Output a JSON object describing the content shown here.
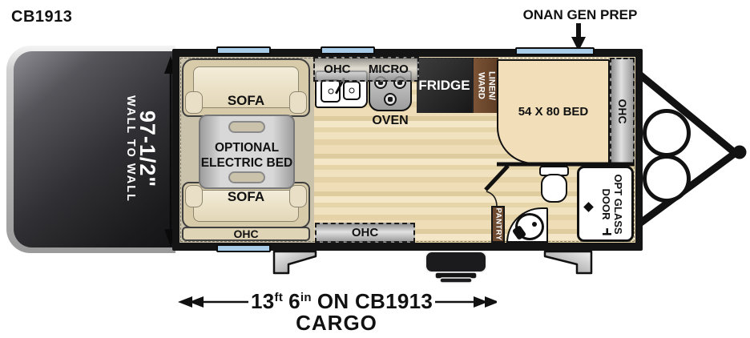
{
  "title": "CB1913",
  "callouts": {
    "onan": "ONAN GEN PREP"
  },
  "ramp": {
    "dimension": "97-1/2\"",
    "note": "WALL TO WALL"
  },
  "garage": {
    "sofa_front": "SOFA",
    "sofa_rear": "SOFA",
    "optional_bed_line1": "OPTIONAL",
    "optional_bed_line2": "ELECTRIC BED",
    "ohc": "OHC"
  },
  "kitchen": {
    "ohc": "OHC",
    "micro": "MICRO",
    "oven": "OVEN",
    "fridge": "FRIDGE",
    "linen_line1": "LINEN/",
    "linen_line2": "WARD",
    "ohc_bottom": "OHC"
  },
  "bedroom": {
    "bed": "54 X 80 BED",
    "ohc": "OHC"
  },
  "bathroom": {
    "pantry": "PANTRY",
    "shower_line1": "OPT GLASS",
    "shower_line2": "DOOR"
  },
  "dimension": {
    "feet": "13",
    "feet_unit": "ft",
    "inches": "6",
    "inches_unit": "in",
    "suffix": "ON CB1913",
    "line2": "CARGO"
  },
  "colors": {
    "window_blue": "#a9cde9",
    "floor_wood": "#ecdcb4",
    "garage_floor": "#cac2aa",
    "cabinet_gray": "#c0c0c0",
    "wall_black": "#141414",
    "wardrobe_brown": "#6e4a30",
    "fridge_black": "#262626",
    "sofa_tan": "#d8cbaa",
    "bed_tan": "#f2dfba",
    "ramp_dark": "#2a2a2e"
  }
}
